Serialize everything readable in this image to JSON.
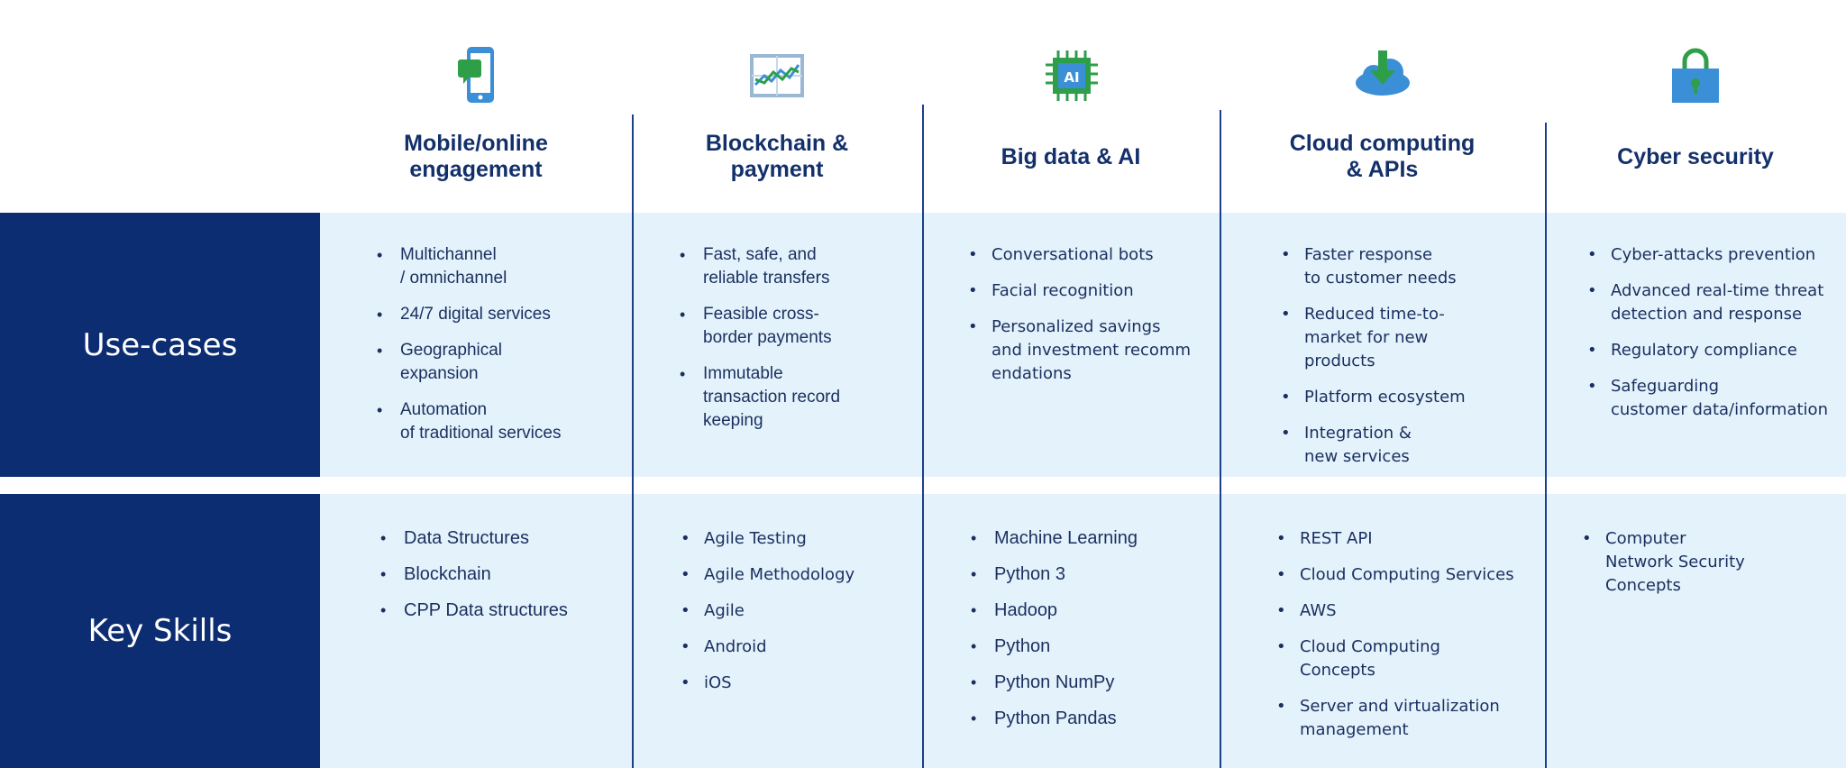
{
  "rows": {
    "usecases": "Use-cases",
    "keyskills": "Key Skills"
  },
  "columns": [
    {
      "title": "Mobile/online\nengagement",
      "icon": "mobile-chat-icon",
      "usecases": [
        "Multichannel\n/ omnichannel",
        "24/7 digital services",
        "Geographical\nexpansion",
        "Automation\nof traditional services"
      ],
      "skills": [
        "Data Structures",
        "Blockchain",
        "CPP Data structures"
      ]
    },
    {
      "title": "Blockchain &\npayment",
      "icon": "trend-chart-icon",
      "usecases": [
        "Fast, safe, and\nreliable transfers",
        "Feasible cross-\nborder payments",
        "Immutable\ntransaction record\nkeeping"
      ],
      "skills": [
        "Agile Testing",
        "Agile Methodology",
        "Agile",
        "Android",
        "iOS"
      ]
    },
    {
      "title": "Big data & AI",
      "icon": "ai-chip-icon",
      "usecases": [
        "Conversational bots",
        "Facial recognition",
        "Personalized savings\nand investment recomm\nendations"
      ],
      "skills": [
        "Machine Learning",
        "Python 3",
        "Hadoop",
        "Python",
        "Python NumPy",
        "Python Pandas"
      ]
    },
    {
      "title": "Cloud computing\n& APIs",
      "icon": "cloud-download-icon",
      "usecases": [
        "Faster response\nto customer needs",
        "Reduced time-to-\nmarket for new\nproducts",
        "Platform ecosystem",
        "Integration &\nnew services"
      ],
      "skills": [
        "REST API",
        "Cloud Computing Services",
        "AWS",
        "Cloud Computing\nConcepts",
        "Server and virtualization\nmanagement"
      ]
    },
    {
      "title": "Cyber security",
      "icon": "lock-bag-icon",
      "usecases": [
        "Cyber-attacks prevention",
        "Advanced real-time threat\ndetection and response",
        "Regulatory compliance",
        "Safeguarding\ncustomer data/information"
      ],
      "skills": [
        "Computer\nNetwork Security\nConcepts"
      ]
    }
  ],
  "colors": {
    "navy": "#0d2d73",
    "band": "#e4f2fc",
    "green": "#2e9e48",
    "blue": "#3b8fd6"
  }
}
